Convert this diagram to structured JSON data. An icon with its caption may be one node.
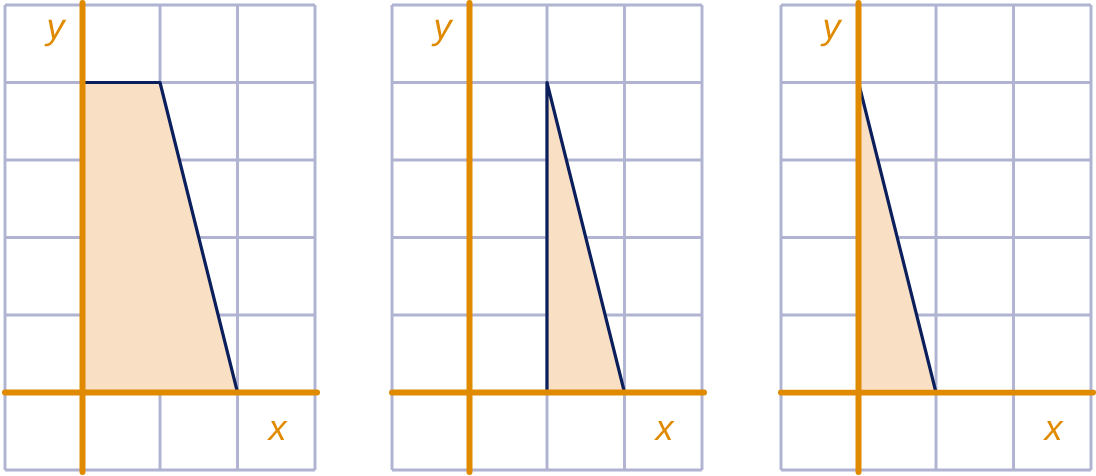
{
  "diagram": {
    "labels": [
      "y",
      "x",
      "y",
      "x",
      "y",
      "x"
    ]
  }
}
